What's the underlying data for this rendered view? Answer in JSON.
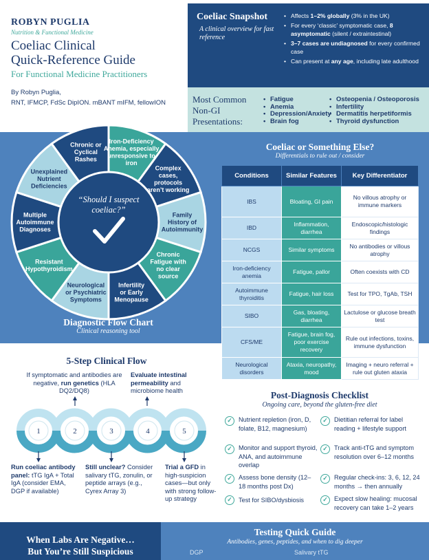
{
  "header": {
    "brand_name": "ROBYN PUGLIA",
    "brand_sub": "Nutrition & Functional Medicine",
    "title_line1": "Coeliac Clinical",
    "title_line2": "Quick-Reference Guide",
    "subtitle": "For Functional Medicine Practitioners",
    "author_line1": "By Robyn Puglia,",
    "author_line2": "RNT, IFMCP, FdSc DipION. mBANT mIFM, fellowION"
  },
  "snapshot": {
    "title": "Coeliac Snapshot",
    "subtitle": "A clinical overview for fast reference",
    "b1_pre": "Affects ",
    "b1_bold": "1–2% globally",
    "b1_post": " (3% in the UK)",
    "b2_pre": "For every ‘classic’ symptomatic case, ",
    "b2_bold": "8 asymptomatic",
    "b2_post": " (silent / extraintestinal)",
    "b3_bold": "3–7 cases are undiagnosed",
    "b3_post": " for every confirmed case",
    "b4_pre": "Can present at ",
    "b4_bold": "any age",
    "b4_post": ", including late adulthood"
  },
  "nongi": {
    "label_line1": "Most Common",
    "label_line2": "Non-GI",
    "label_line3": "Presentations:",
    "col1": [
      "Fatigue",
      "Anemia",
      "Depression/Anxiety",
      "Brain fog"
    ],
    "col2": [
      "Osteopenia / Osteoporosis",
      "Infertility",
      "Dermatitis herpetiformis",
      "Thyroid dysfunction"
    ]
  },
  "wheel": {
    "center_line1": "“Should I suspect",
    "center_line2": "coeliac?”",
    "segments": [
      {
        "lines": [
          "Iron-Deficiency",
          "Anemia, especially",
          "unresponsive to",
          "iron"
        ],
        "color": "#3aa59a"
      },
      {
        "lines": [
          "Complex",
          "cases,",
          "protocols",
          "aren’t working"
        ],
        "color": "#1f4a80"
      },
      {
        "lines": [
          "Family",
          "History of",
          "Autoimmunity"
        ],
        "color": "#a9d5e3"
      },
      {
        "lines": [
          "Chronic",
          "Fatigue with",
          "no clear",
          "source"
        ],
        "color": "#3aa59a"
      },
      {
        "lines": [
          "Infertility",
          "or Early",
          "Menopause"
        ],
        "color": "#1f4a80"
      },
      {
        "lines": [
          "Neurological",
          "or Psychiatric",
          "Symptoms"
        ],
        "color": "#a9d5e3"
      },
      {
        "lines": [
          "Resistant",
          "Hypothyroidism"
        ],
        "color": "#3aa59a"
      },
      {
        "lines": [
          "Multiple",
          "Autoimmune",
          "Diagnoses"
        ],
        "color": "#1f4a80"
      },
      {
        "lines": [
          "Unexplained",
          "Nutrient",
          "Deficiencies"
        ],
        "color": "#a9d5e3"
      },
      {
        "lines": [
          "Chronic or",
          "Cyclical",
          "Rashes"
        ],
        "color": "#1f4a80"
      }
    ],
    "flow_title": "Diagnostic Flow Chart",
    "flow_sub": "Clinical reasoning tool"
  },
  "differentials": {
    "title": "Coeliac or Something Else?",
    "subtitle": "Differentials to rule out / consider",
    "headers": [
      "Conditions",
      "Similar Features",
      "Key Differentiator"
    ],
    "rows": [
      [
        "IBS",
        "Bloating, GI pain",
        "No villous atrophy or immune markers"
      ],
      [
        "IBD",
        "Inflammation, diarrhea",
        "Endoscopic/histologic findings"
      ],
      [
        "NCGS",
        "Similar symptoms",
        "No antibodies or villous atrophy"
      ],
      [
        "Iron-deficiency anemia",
        "Fatigue, pallor",
        "Often coexists with CD"
      ],
      [
        "Autoimmune thyroiditis",
        "Fatigue, hair loss",
        "Test for TPO, TgAb, TSH"
      ],
      [
        "SIBO",
        "Gas, bloating, diarrhea",
        "Lactulose or glucose breath test"
      ],
      [
        "CFS/ME",
        "Fatigue, brain fog, poor exercise recovery",
        "Rule out infections, toxins, immune dysfunction"
      ],
      [
        "Neurological disorders",
        "Ataxia, neuropathy, mood",
        "Imaging + neuro referral + rule out gluten ataxia"
      ]
    ]
  },
  "steps": {
    "title": "5-Step Clinical Flow",
    "numbers": [
      "1",
      "2",
      "3",
      "4",
      "5"
    ],
    "s2_pre": "If symptomatic and antibodies are negative, ",
    "s2_bold": "run genetics",
    "s2_post": " (HLA DQ2/DQ8)",
    "s4_bold": "Evaluate intestinal permeability",
    "s4_post": " and microbiome health",
    "s1_bold": "Run coeliac antibody panel:",
    "s1_post": " tTG IgA + Total IgA (consider EMA, DGP if available)",
    "s3_bold": "Still unclear?",
    "s3_post": " Consider salivary tTG, zonulin, or peptide arrays (e.g., Cyrex Array 3)",
    "s5_bold": "Trial a GFD",
    "s5_post": " in high-suspicion cases—but only with strong follow-up strategy"
  },
  "post": {
    "title": "Post-Diagnosis Checklist",
    "subtitle": "Ongoing care, beyond the gluten-free diet",
    "left": [
      "Nutrient repletion (iron, D, folate, B12, magnesium)",
      "Monitor and support thyroid, ANA, and autoimmune overlap",
      "Assess bone density (12–18 months post Dx)",
      "Test for SIBO/dysbiosis"
    ],
    "right": [
      "Dietitian referral for label reading + lifestyle support",
      "Track anti-tTG and symptom resolution over 6–12 months",
      "Regular check-ins: 3, 6, 12, 24 months → then annually",
      "Expect slow healing: mucosal recovery can take 1–2 years"
    ]
  },
  "footer": {
    "labs_line1": "When Labs Are Negative…",
    "labs_line2": "But You’re Still Suspicious",
    "tqg_title": "Testing Quick Guide",
    "tqg_sub": "Antibodies, genes, peptides, and when to dig deeper",
    "col_dgp": "DGP",
    "col_salivary": "Salivary tTG"
  },
  "colors": {
    "navy": "#1f4a80",
    "mid_blue": "#4e82bd",
    "teal": "#3aa59a",
    "light_teal": "#c4e2e0",
    "light_blue": "#a9d5e3"
  }
}
